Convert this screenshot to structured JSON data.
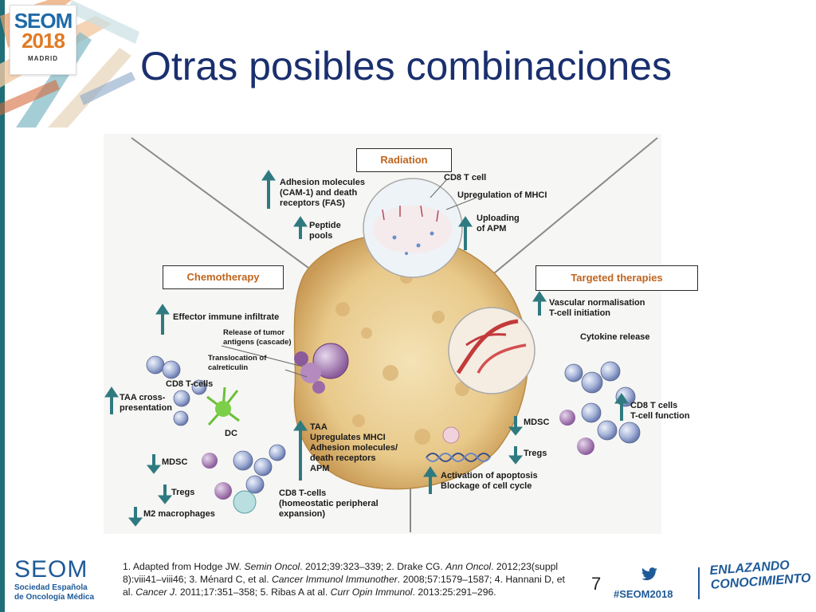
{
  "title": "Otras posibles combinaciones",
  "logo": {
    "top": "SEOM",
    "year": "2018",
    "city": "MADRID"
  },
  "boxes": {
    "radiation": "Radiation",
    "chemotherapy": "Chemotherapy",
    "targeted": "Targeted therapies"
  },
  "labels": {
    "adhesion": "Adhesion molecules\n(CAM-1) and death\nreceptors (FAS)",
    "cd8_top": "CD8 T cell",
    "upreg_mhci": "Upregulation of MHCI",
    "uploading_apm": "Uploading\nof APM",
    "peptide_pools": "Peptide\npools",
    "effector": "Effector immune infiltrate",
    "release_tumor": "Release of tumor\nantigens (cascade)",
    "translocation": "Translocation of\ncalreticulin",
    "cd8_left": "CD8 T-cells",
    "taa_cross": "TAA cross-\npresentation",
    "dc": "DC",
    "mdsc_left": "MDSC",
    "tregs_left": "Tregs",
    "m2": "M2 macrophages",
    "cd8_homeo": "CD8 T-cells\n(homeostatic peripheral\nexpansion)",
    "taa_up": "TAA\nUpregulates MHCI\nAdhesion molecules/\ndeath receptors\nAPM",
    "vascular": "Vascular normalisation\nT-cell initiation",
    "cytokine": "Cytokine release",
    "cd8_right": "CD8 T cells\nT-cell function",
    "mdsc_right": "MDSC",
    "tregs_right": "Tregs",
    "apoptosis": "Activation of apoptosis\nBlockage of cell cycle"
  },
  "references": {
    "r1a": "1. Adapted from Hodge JW. ",
    "r1j": "Semin Oncol",
    "r1b": ". 2012;39:323–339; 2. Drake CG. ",
    "r2j": "Ann Oncol",
    "r2b": ". 2012;23(suppl 8):viii41–viii46; 3. Ménard C, et al. ",
    "r3j": "Cancer Immunol Immunother",
    "r3b": ". 2008;57:1579–1587; 4. Hannani D, et al. ",
    "r4j": "Cancer J",
    "r4b": ". 2011;17:351–358; 5. Ribas A at al. ",
    "r5j": "Curr Opin Immunol",
    "r5b": ". 2013:25:291–296."
  },
  "page_number": "7",
  "footer": {
    "seom": "SEOM",
    "seom_sub1": "Sociedad Española",
    "seom_sub2": "de Oncología Médica",
    "hashtag": "#SEOM2018",
    "tagline1": "ENLAZANDO",
    "tagline2": "CONOCIMIENTO"
  },
  "colors": {
    "title": "#1a2f6e",
    "box_text": "#c0651e",
    "arrow": "#2f7a80",
    "brand_blue": "#1e5a98",
    "brand_orange": "#e07a24",
    "teal": "#1f6e78"
  },
  "icons": [
    "twitter-bird-icon",
    "up-arrow-icon",
    "down-arrow-icon"
  ]
}
